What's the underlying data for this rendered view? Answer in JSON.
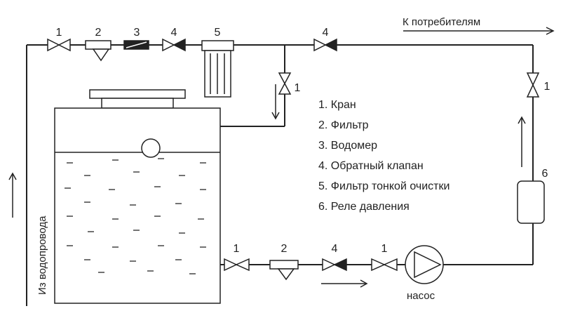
{
  "labels": {
    "to_consumers": "К потребителям",
    "from_water_main": "Из водопровода",
    "pump": "насос"
  },
  "numbers": {
    "top_1": "1",
    "top_2": "2",
    "top_3": "3",
    "top_4a": "4",
    "top_5": "5",
    "top_4b": "4",
    "branch_1": "1",
    "right_1": "1",
    "relay_6": "6",
    "bottom_1a": "1",
    "bottom_2": "2",
    "bottom_4": "4",
    "bottom_1b": "1"
  },
  "legend": [
    "1.  Кран",
    "2.  Фильтр",
    "3.  Водомер",
    "4.  Обратный клапан",
    "5.  Фильтр тонкой очистки",
    "6.  Реле давления"
  ],
  "water_marks": [
    [
      95,
      232
    ],
    [
      160,
      228
    ],
    [
      225,
      226
    ],
    [
      285,
      232
    ],
    [
      120,
      250
    ],
    [
      190,
      245
    ],
    [
      255,
      250
    ],
    [
      92,
      268
    ],
    [
      155,
      270
    ],
    [
      220,
      266
    ],
    [
      285,
      270
    ],
    [
      120,
      288
    ],
    [
      185,
      292
    ],
    [
      250,
      290
    ],
    [
      95,
      308
    ],
    [
      160,
      312
    ],
    [
      220,
      308
    ],
    [
      282,
      312
    ],
    [
      125,
      330
    ],
    [
      190,
      328
    ],
    [
      255,
      332
    ],
    [
      95,
      350
    ],
    [
      160,
      352
    ],
    [
      225,
      350
    ],
    [
      285,
      352
    ],
    [
      120,
      370
    ],
    [
      185,
      372
    ],
    [
      250,
      370
    ],
    [
      140,
      388
    ],
    [
      210,
      386
    ],
    [
      270,
      390
    ]
  ]
}
